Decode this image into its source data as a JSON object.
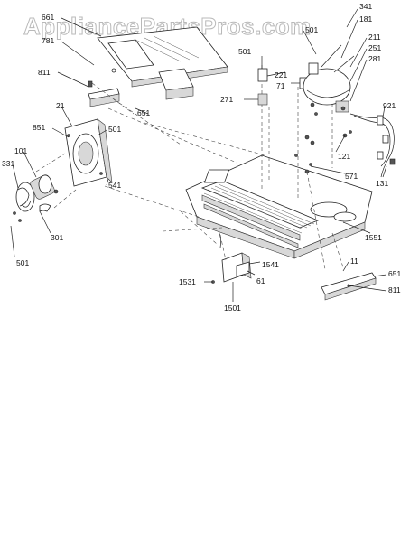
{
  "watermark": "AppliancePartsPros.com",
  "callouts": [
    {
      "id": "661",
      "text": "661"
    },
    {
      "id": "781",
      "text": "781"
    },
    {
      "id": "811a",
      "text": "811"
    },
    {
      "id": "651a",
      "text": "651"
    },
    {
      "id": "21",
      "text": "21"
    },
    {
      "id": "501a",
      "text": "501"
    },
    {
      "id": "851",
      "text": "851"
    },
    {
      "id": "101",
      "text": "101"
    },
    {
      "id": "331",
      "text": "331"
    },
    {
      "id": "541",
      "text": "541"
    },
    {
      "id": "301",
      "text": "301"
    },
    {
      "id": "501b",
      "text": "501"
    },
    {
      "id": "501c",
      "text": "501"
    },
    {
      "id": "221",
      "text": "221"
    },
    {
      "id": "71",
      "text": "71"
    },
    {
      "id": "271",
      "text": "271"
    },
    {
      "id": "501d",
      "text": "501"
    },
    {
      "id": "341",
      "text": "341"
    },
    {
      "id": "181",
      "text": "181"
    },
    {
      "id": "211",
      "text": "211"
    },
    {
      "id": "251",
      "text": "251"
    },
    {
      "id": "281",
      "text": "281"
    },
    {
      "id": "921",
      "text": "921"
    },
    {
      "id": "121",
      "text": "121"
    },
    {
      "id": "571",
      "text": "571"
    },
    {
      "id": "131",
      "text": "131"
    },
    {
      "id": "1551",
      "text": "1551"
    },
    {
      "id": "1541",
      "text": "1541"
    },
    {
      "id": "61",
      "text": "61"
    },
    {
      "id": "1531",
      "text": "1531"
    },
    {
      "id": "1501",
      "text": "1501"
    },
    {
      "id": "11",
      "text": "11"
    },
    {
      "id": "651b",
      "text": "651"
    },
    {
      "id": "811b",
      "text": "811"
    }
  ]
}
